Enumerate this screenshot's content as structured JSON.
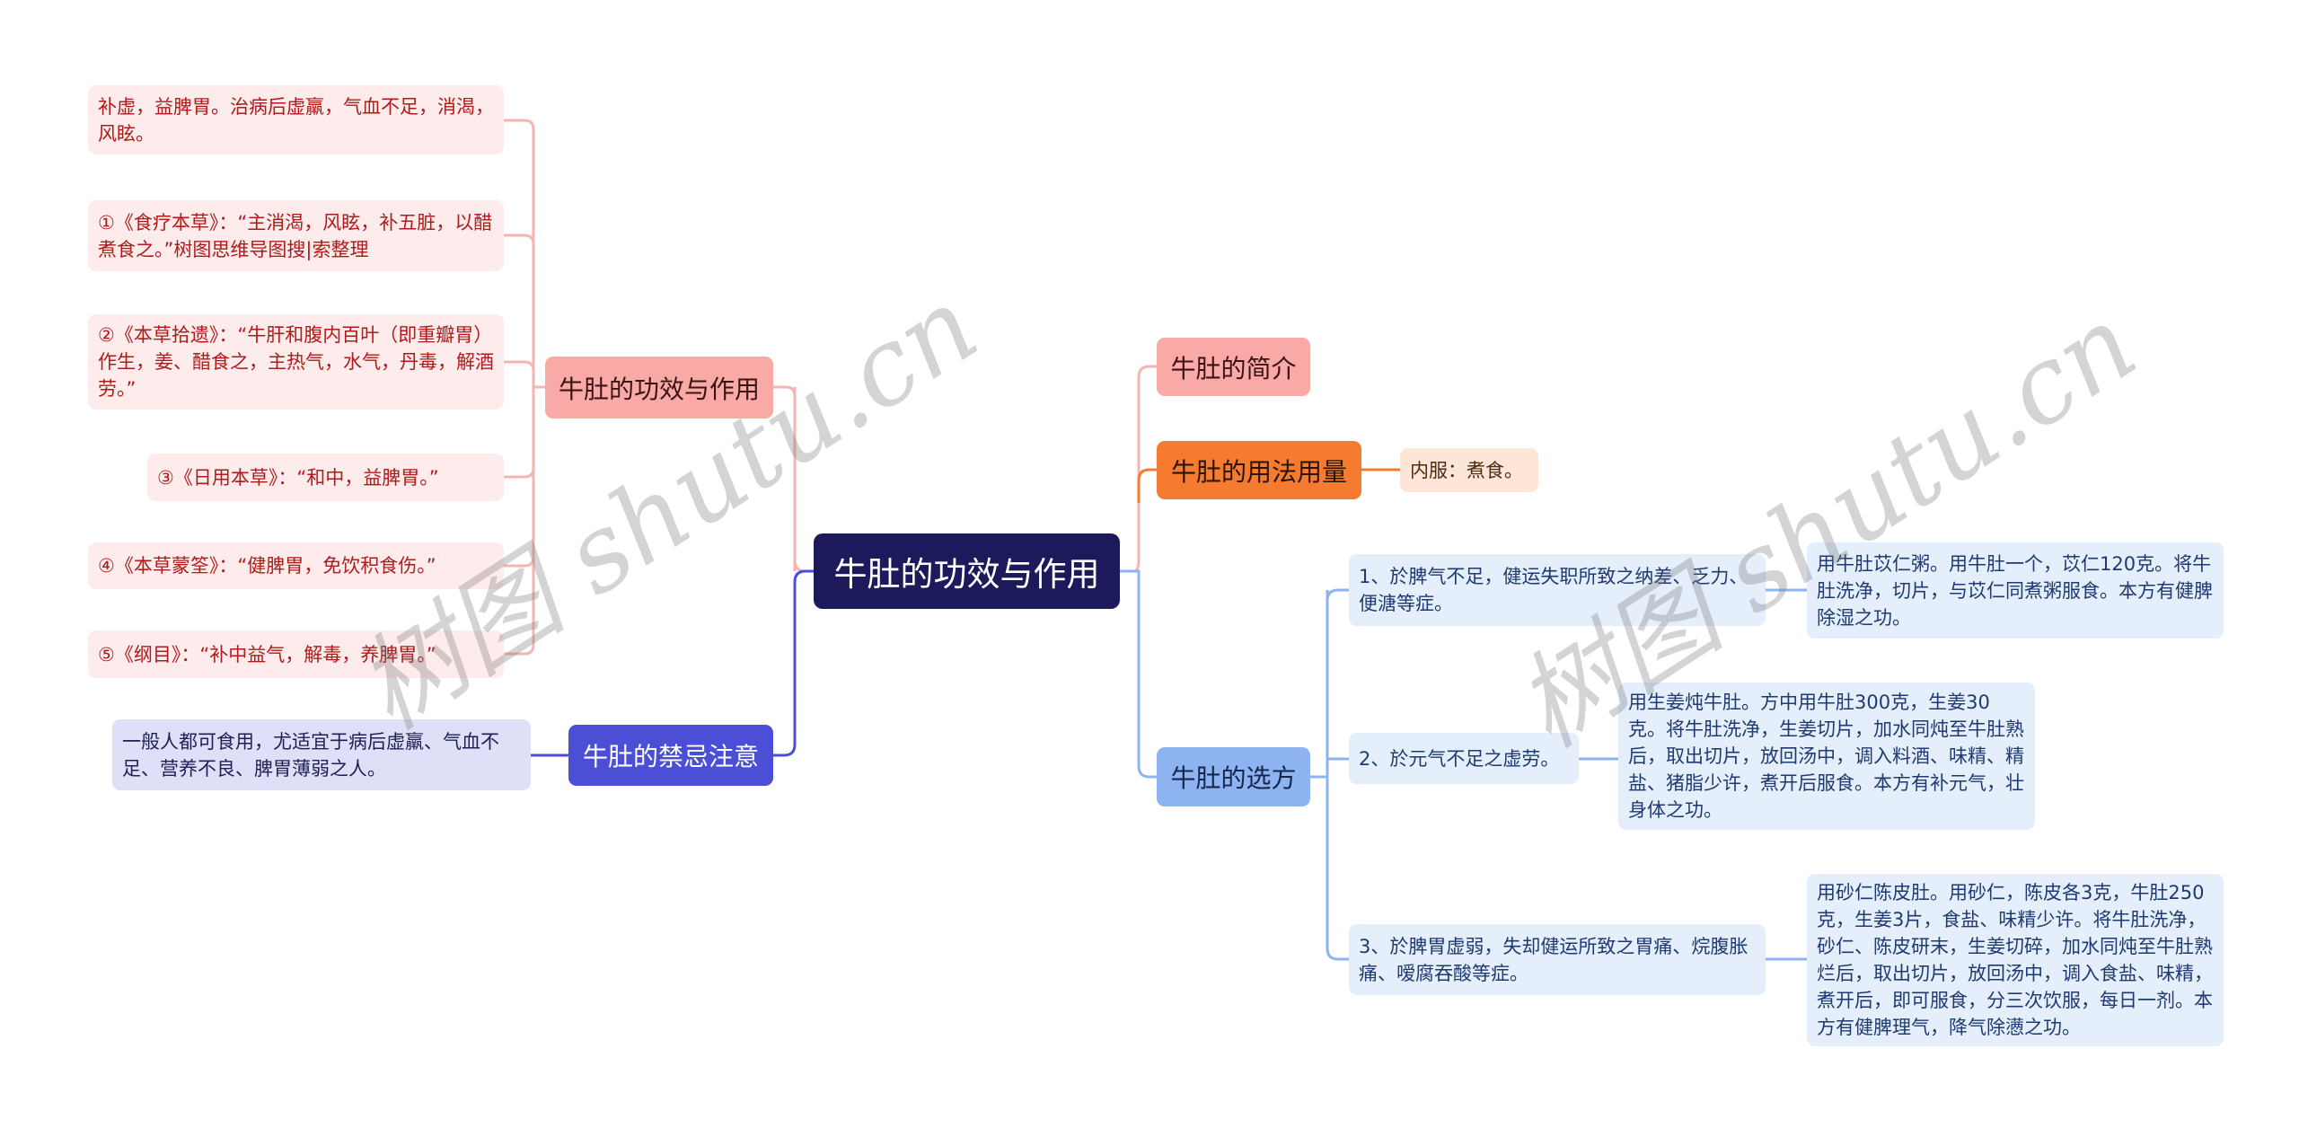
{
  "colors": {
    "center_bg": "#1c1a5a",
    "effects_branch": "#f9a9a6",
    "usage_branch": "#f47b2f",
    "intro_branch": "#f9a9a6",
    "prescription_branch": "#8db4f0",
    "taboo_branch": "#4b4fd6"
  },
  "center": {
    "label": "牛肚的功效与作用"
  },
  "left": {
    "effects": {
      "label": "牛肚的功效与作用",
      "items": [
        "补虚，益脾胃。治病后虚羸，气血不足，消渴，风眩。",
        "①《食疗本草》：“主消渴，风眩，补五脏，以醋煮食之。”树图思维导图搜|索整理",
        "②《本草拾遗》：“牛肝和腹内百叶（即重瓣胃）作生，姜、醋食之，主热气，水气，丹毒，解酒劳。”",
        "③《日用本草》：“和中，益脾胃。”",
        "④《本草蒙筌》：“健脾胃，免饮积食伤。”",
        "⑤《纲目》：“补中益气，解毒，养脾胃。”"
      ]
    },
    "taboo": {
      "label": "牛肚的禁忌注意",
      "detail": "一般人都可食用，尤适宜于病后虚羸、气血不足、营养不良、脾胃薄弱之人。"
    }
  },
  "right": {
    "intro": {
      "label": "牛肚的简介"
    },
    "usage": {
      "label": "牛肚的用法用量",
      "detail": "内服：煮食。"
    },
    "prescriptions": {
      "label": "牛肚的选方",
      "items": [
        {
          "condition": "1、於脾气不足，健运失职所致之纳差、乏力、便溏等症。",
          "recipe": "用牛肚苡仁粥。用牛肚一个，苡仁120克。将牛肚洗净，切片，与苡仁同煮粥服食。本方有健脾除湿之功。"
        },
        {
          "condition": "2、於元气不足之虚劳。",
          "recipe": "用生姜炖牛肚。方中用牛肚300克，生姜30克。将牛肚洗净，生姜切片，加水同炖至牛肚熟后，取出切片，放回汤中，调入料酒、味精、精盐、猪脂少许，煮开后服食。本方有补元气，壮身体之功。"
        },
        {
          "condition": "3、於脾胃虚弱，失却健运所致之胃痛、烷腹胀痛、嗳腐吞酸等症。",
          "recipe": "用砂仁陈皮肚。用砂仁，陈皮各3克，牛肚250克，生姜3片，食盐、味精少许。将牛肚洗净，砂仁、陈皮研末，生姜切碎，加水同炖至牛肚熟烂后，取出切片，放回汤中，调入食盐、味精，煮开后，即可服食，分三次饮服，每日一剂。本方有健脾理气，降气除懑之功。"
        }
      ]
    }
  },
  "watermarks": [
    "树图 shutu.cn",
    "树图 shutu.cn"
  ]
}
